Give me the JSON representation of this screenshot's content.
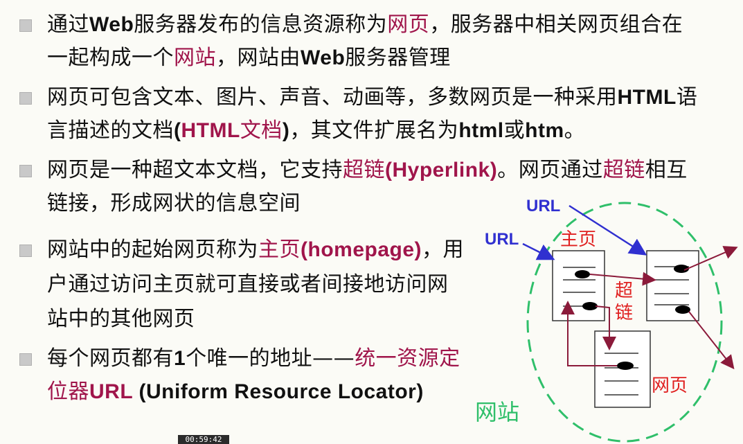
{
  "bullets": [
    {
      "lines": [
        [
          {
            "t": "通过"
          },
          {
            "t": "Web",
            "en": true
          },
          {
            "t": "服务器发布的信息资源称为"
          },
          {
            "t": "网页",
            "hl": true
          },
          {
            "t": "，服务器中相关网页组合在"
          }
        ],
        [
          {
            "t": "一起构成一个"
          },
          {
            "t": "网站",
            "hl": true
          },
          {
            "t": "，网站由"
          },
          {
            "t": "Web",
            "en": true
          },
          {
            "t": "服务器管理"
          }
        ]
      ]
    },
    {
      "lines": [
        [
          {
            "t": "网页可包含文本、图片、声音、动画等，多数网页是一种采用"
          },
          {
            "t": "HTML",
            "en": true
          },
          {
            "t": "语"
          }
        ],
        [
          {
            "t": "言描述的文档"
          },
          {
            "t": "(",
            "en": true
          },
          {
            "t": "HTML",
            "hlen": true
          },
          {
            "t": "文档",
            "hl": true
          },
          {
            "t": ")",
            "en": true
          },
          {
            "t": "，其文件扩展名为"
          },
          {
            "t": "html",
            "en": true
          },
          {
            "t": "或"
          },
          {
            "t": "htm",
            "en": true
          },
          {
            "t": "。"
          }
        ]
      ]
    },
    {
      "lines": [
        [
          {
            "t": "网页是一种超文本文档，它支持"
          },
          {
            "t": "超链",
            "hl": true
          },
          {
            "t": "(Hyperlink)",
            "hlen": true
          },
          {
            "t": "。网页通过"
          },
          {
            "t": "超链",
            "hl": true
          },
          {
            "t": "相互"
          }
        ],
        [
          {
            "t": "链接，形成网状的信息空间"
          }
        ]
      ]
    },
    {
      "lines": [
        [
          {
            "t": "网站中的起始网页称为"
          },
          {
            "t": "主页",
            "hl": true
          },
          {
            "t": "(homepage)",
            "hlen": true
          },
          {
            "t": "，用"
          }
        ],
        [
          {
            "t": "户通过访问主页就可直接或者间接地访问网"
          }
        ],
        [
          {
            "t": "站中的其他网页"
          }
        ]
      ]
    },
    {
      "lines": [
        [
          {
            "t": "每个网页都有"
          },
          {
            "t": "1",
            "en": true
          },
          {
            "t": "个唯一的地址——"
          },
          {
            "t": "统一资源定",
            "hl": true
          }
        ],
        [
          {
            "t": "位器",
            "hl": true
          },
          {
            "t": "URL",
            "hlen": true
          },
          {
            "t": " (Uniform Resource Locator)",
            "en": true
          }
        ]
      ]
    }
  ],
  "diagram": {
    "url_label_1": "URL",
    "url_label_2": "URL",
    "homepage_label": "主页",
    "hyperlink_label_1": "超",
    "hyperlink_label_2": "链",
    "webpage_label": "网页",
    "website_label": "网站",
    "colors": {
      "url_arrow": "#3030d0",
      "link_arrow": "#8b1a3a",
      "website_ellipse": "#2fbf6a",
      "red_text": "#e02020",
      "green_text": "#2fbf6a"
    }
  },
  "timestamp": "00:59:42"
}
